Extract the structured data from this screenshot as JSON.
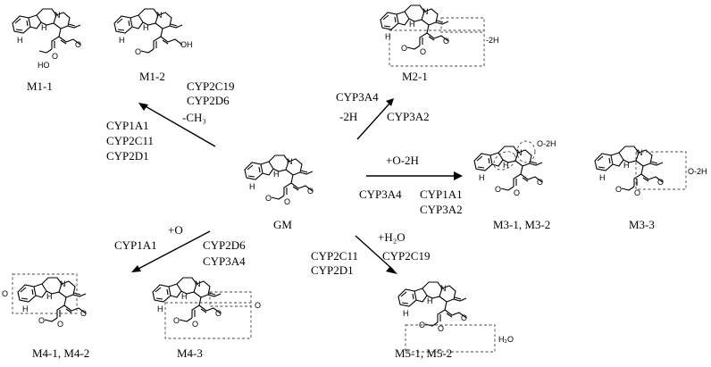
{
  "compounds": {
    "gm": "GM",
    "m1_1": "M1-1",
    "m1_2": "M1-2",
    "m2_1": "M2-1",
    "m3_12": "M3-1, M3-2",
    "m3_3": "M3-3",
    "m4_12": "M4-1, M4-2",
    "m4_3": "M4-3",
    "m5_12": "M5-1, M5-2"
  },
  "reactions": {
    "demethylation": {
      "group": "-CH₃",
      "enzymes": [
        "CYP2C19",
        "CYP2D6",
        "CYP1A1",
        "CYP2C11",
        "CYP2D1"
      ]
    },
    "dehydrogenation": {
      "group": "-2H",
      "enzymes": [
        "CYP3A4",
        "CYP3A2"
      ]
    },
    "oxidation_dehydro": {
      "group": "+O-2H",
      "enzymes": [
        "CYP3A4",
        "CYP1A1",
        "CYP3A2"
      ]
    },
    "oxidation": {
      "group": "+O",
      "enzymes": [
        "CYP1A1",
        "CYP2D6",
        "CYP3A4"
      ]
    },
    "hydration": {
      "group": "+H₂O",
      "enzymes": [
        "CYP2C11",
        "CYP2D1",
        "CYP2C19"
      ]
    }
  },
  "atom_labels": {
    "nh": "H",
    "n": "N",
    "ring_h": "H",
    "ho": "HO",
    "oh": "OH",
    "o": "O",
    "ch3_marker": "-2H",
    "o_marker": "O-2H",
    "o_single": "O",
    "h2o": "H₂O"
  }
}
